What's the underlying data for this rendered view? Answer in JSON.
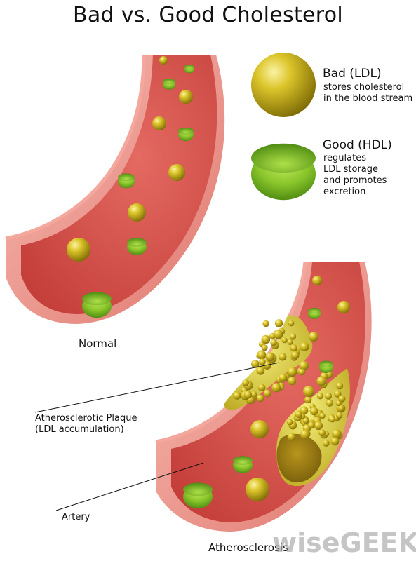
{
  "title": "Bad vs. Good Cholesterol",
  "legend": {
    "ldl": {
      "title": "Bad (LDL)",
      "desc": "stores cholesterol\nin the blood stream"
    },
    "hdl": {
      "title": "Good (HDL)",
      "desc": "regulates\nLDL storage\nand promotes\nexcretion"
    }
  },
  "labels": {
    "normal": "Normal",
    "plaque": "Atherosclerotic Plaque\n(LDL accumulation)",
    "artery": "Artery",
    "atherosclerosis": "Atherosclerosis"
  },
  "watermark": {
    "wise": "wise",
    "geek": "GEEK"
  },
  "colors": {
    "vessel_outer": "#e98c86",
    "vessel_inner": "#d9534f",
    "ldl": "#c8b21a",
    "hdl": "#7fbf2a",
    "plaque": "#d9cc3a"
  }
}
